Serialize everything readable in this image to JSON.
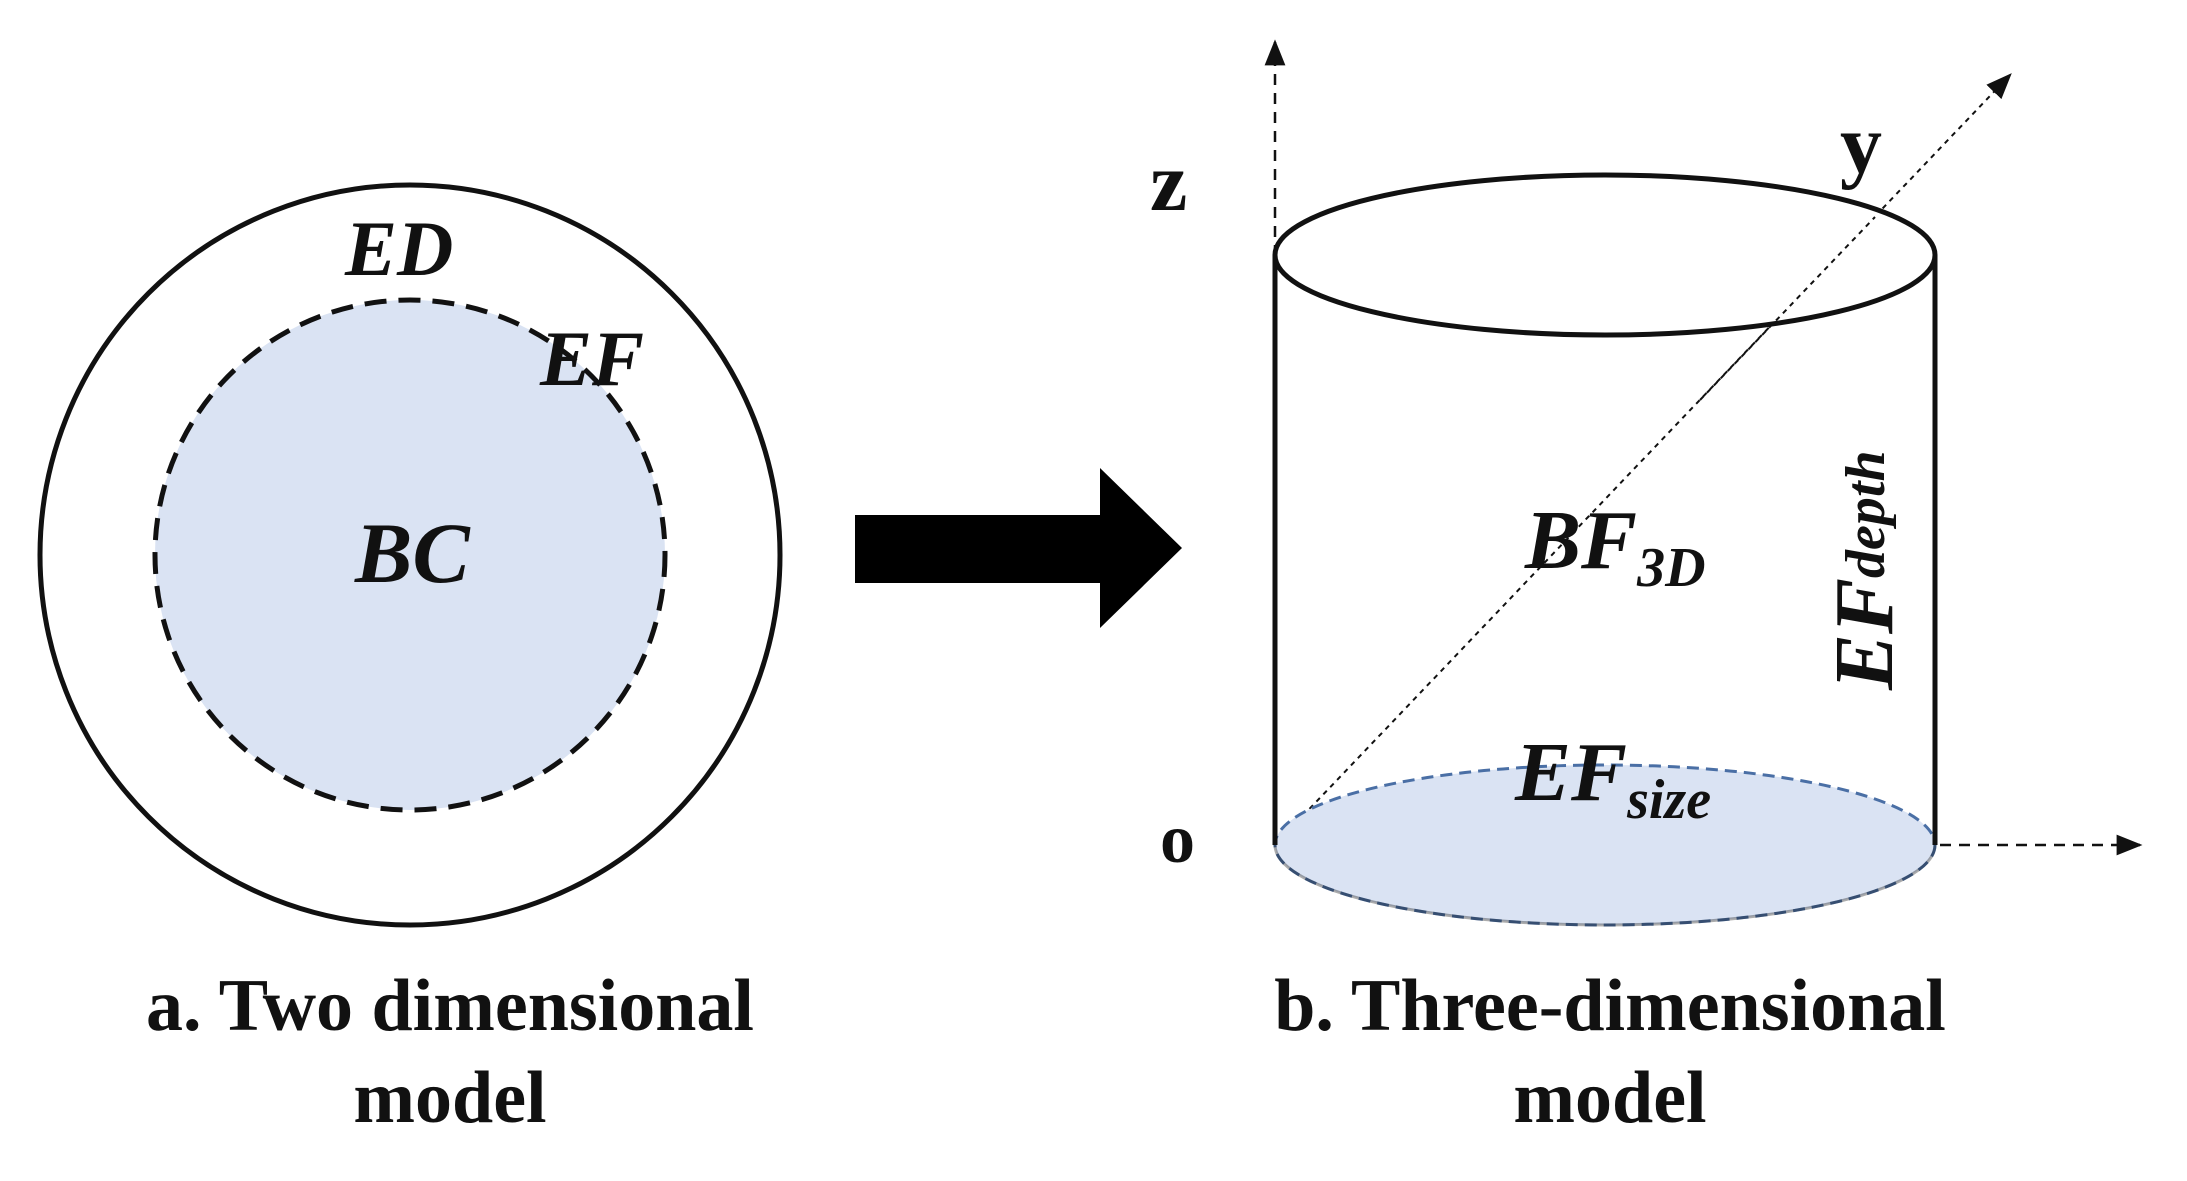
{
  "panel_a": {
    "labels": {
      "outer": "ED",
      "ring": "EF",
      "core": "BC"
    },
    "caption": {
      "line1": "a. Two dimensional",
      "line2": "model"
    },
    "colors": {
      "core_fill": "#dae3f3",
      "stroke": "#111111"
    }
  },
  "panel_b": {
    "axes": {
      "z": "z",
      "y": "y",
      "origin": "o"
    },
    "labels": {
      "volume_main": "BF",
      "volume_sub": "3D",
      "size_main": "EF",
      "size_sub": "size",
      "depth_main": "EF",
      "depth_sub": "depth"
    },
    "caption": {
      "line1": "b. Three-dimensional",
      "line2": "model"
    },
    "colors": {
      "base_fill": "#dae3f3",
      "base_dash": "#4a6fa5",
      "stroke": "#111111"
    }
  },
  "arrow": {
    "icon": "right-arrow-icon",
    "color": "#000000"
  }
}
